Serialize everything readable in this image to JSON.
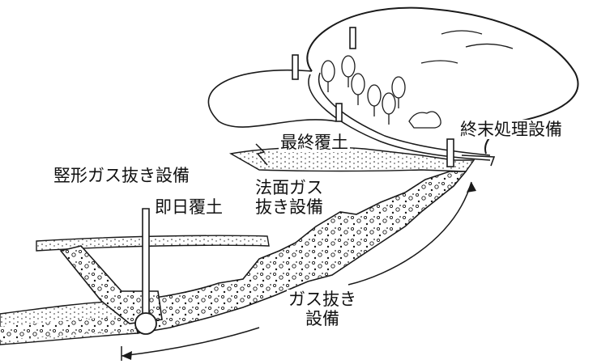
{
  "labels": {
    "final_treatment": "終末処理設備",
    "final_cover": "最終覆土",
    "vertical_gas_vent": "竪形ガス抜き設備",
    "slope_gas_vent_line1": "法面ガス",
    "slope_gas_vent_line2": "抜き設備",
    "daily_cover": "即日覆土",
    "gas_vent_line1": "ガス抜き",
    "gas_vent_line2": "設備"
  },
  "colors": {
    "ink": "#1a1a1a",
    "fill": "#d9d9d9",
    "background": "#ffffff"
  }
}
